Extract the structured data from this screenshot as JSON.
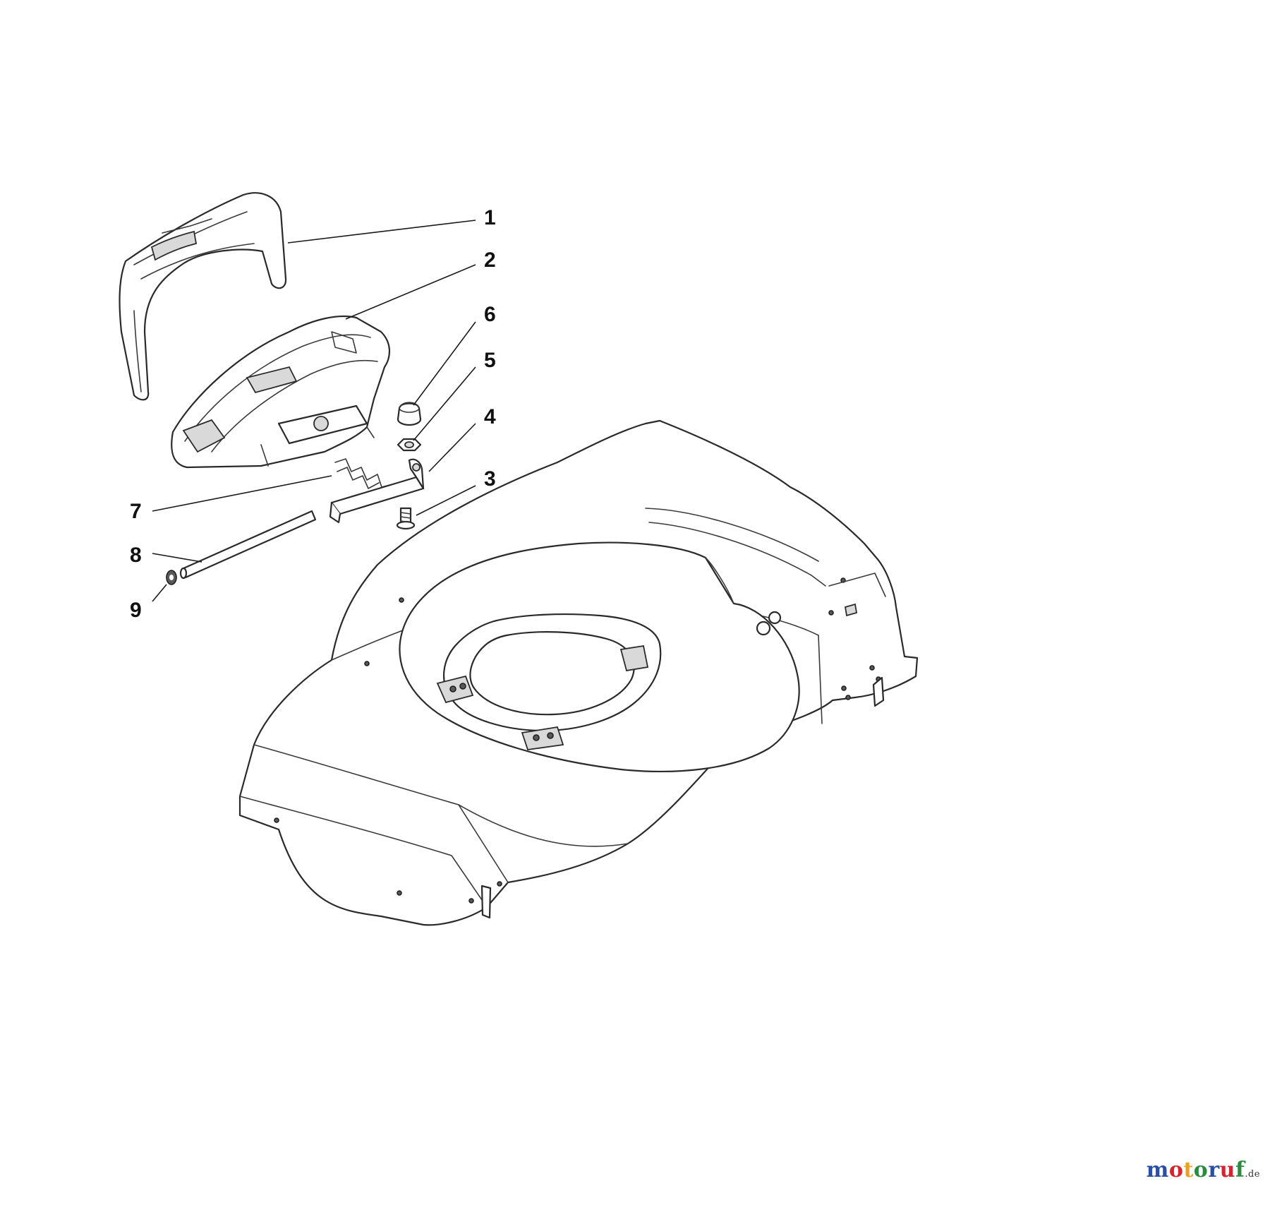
{
  "callouts": [
    {
      "number": "1"
    },
    {
      "number": "2"
    },
    {
      "number": "6"
    },
    {
      "number": "5"
    },
    {
      "number": "4"
    },
    {
      "number": "3"
    },
    {
      "number": "7"
    },
    {
      "number": "8"
    },
    {
      "number": "9"
    }
  ],
  "watermark": {
    "letters": [
      "m",
      "o",
      "t",
      "o",
      "r",
      "u",
      "f"
    ],
    "letter_colors": [
      "#2b4fa3",
      "#d2262f",
      "#e9a21d",
      "#2b8a3e",
      "#2b4fa3",
      "#d2262f",
      "#2b8a3e"
    ],
    "suffix": ".de"
  }
}
